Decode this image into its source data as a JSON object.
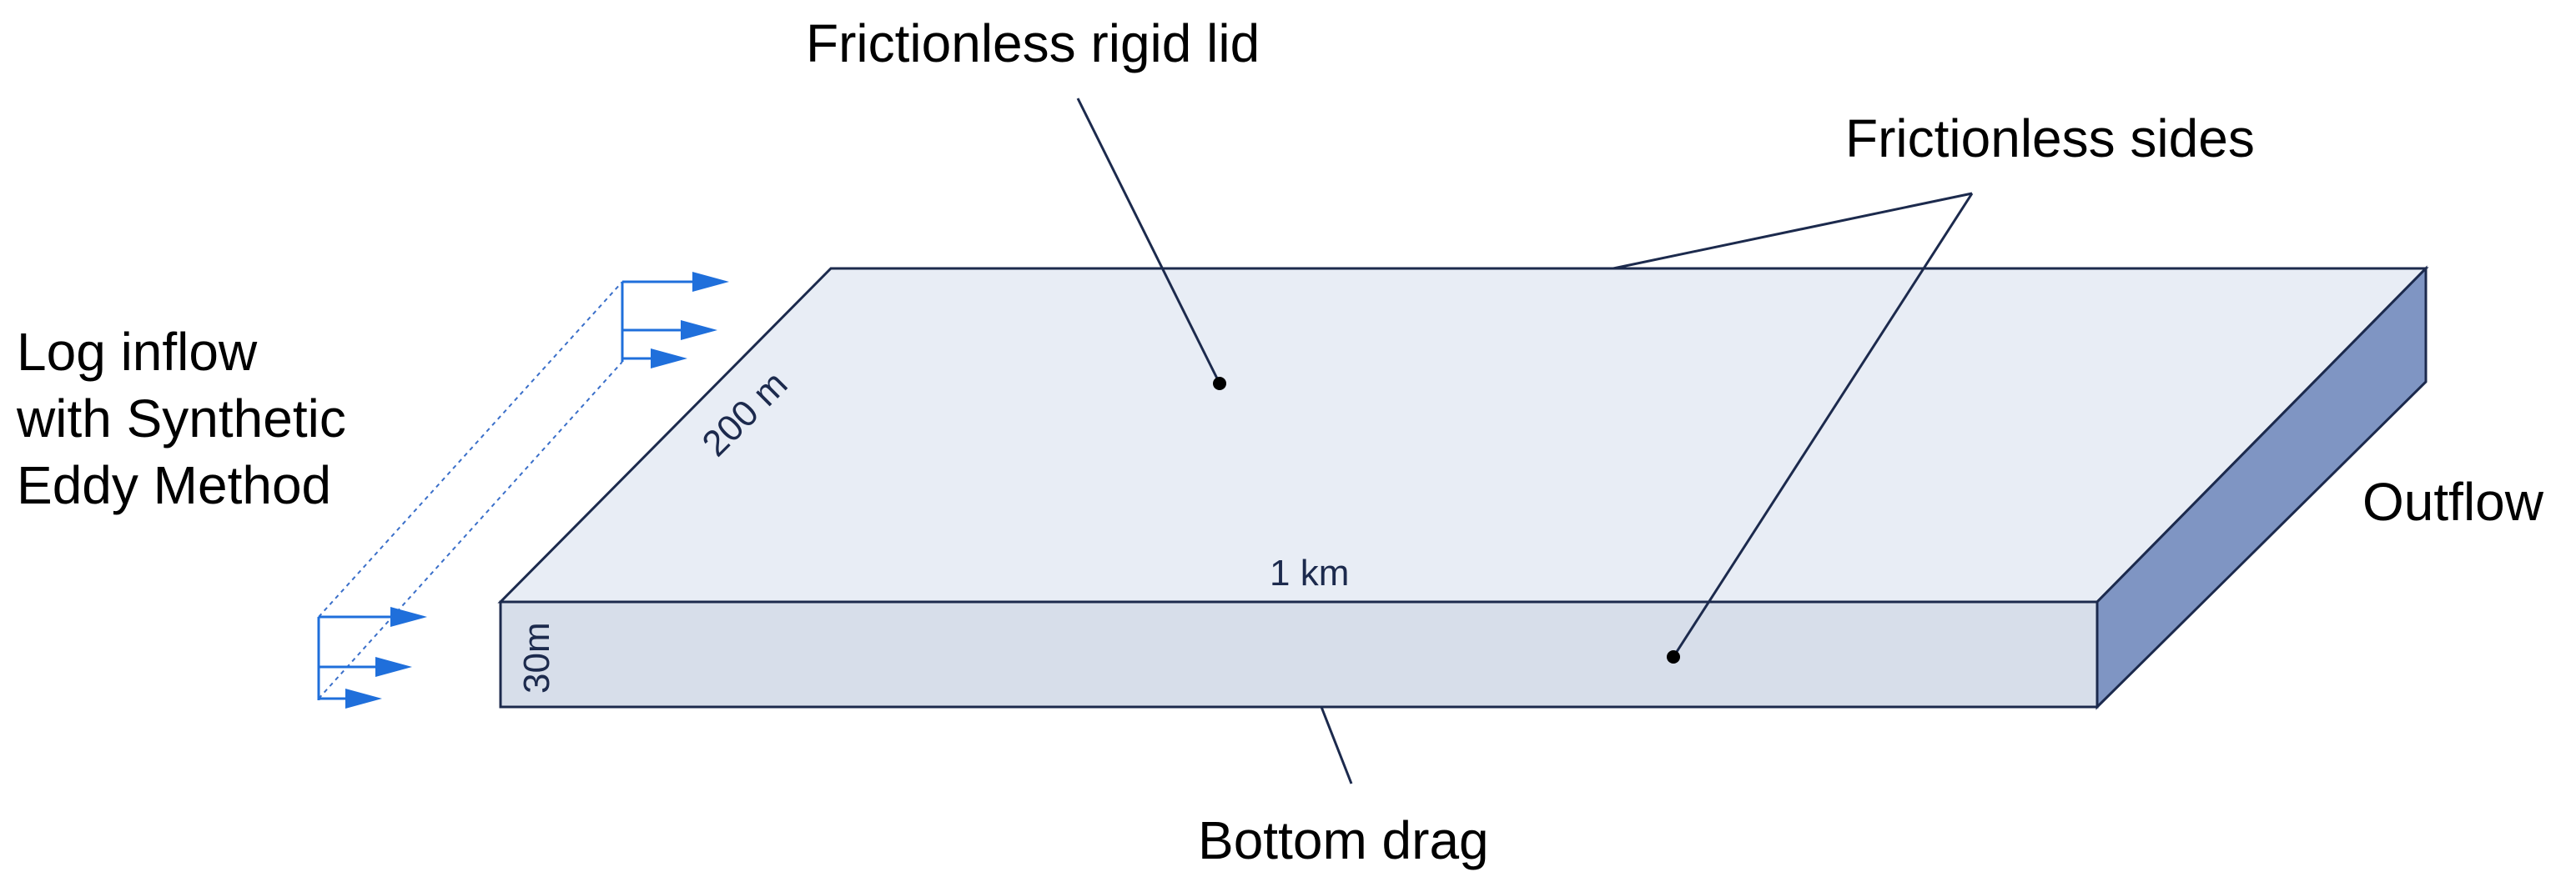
{
  "labels": {
    "top_lid": "Frictionless rigid lid",
    "sides": "Frictionless sides",
    "inflow_line1": "Log inflow",
    "inflow_line2": "with Synthetic",
    "inflow_line3": "Eddy Method",
    "outflow": "Outflow",
    "bottom": "Bottom drag"
  },
  "dimensions": {
    "width": "200 m",
    "length": "1 km",
    "depth": "30m"
  },
  "colors": {
    "top_face": "#e8edf5",
    "front_face": "#d7deea",
    "side_face": "#7f95c3",
    "edge": "#1c2a4d",
    "arrow": "#1f6fdb",
    "leader": "#1c2a4d"
  }
}
